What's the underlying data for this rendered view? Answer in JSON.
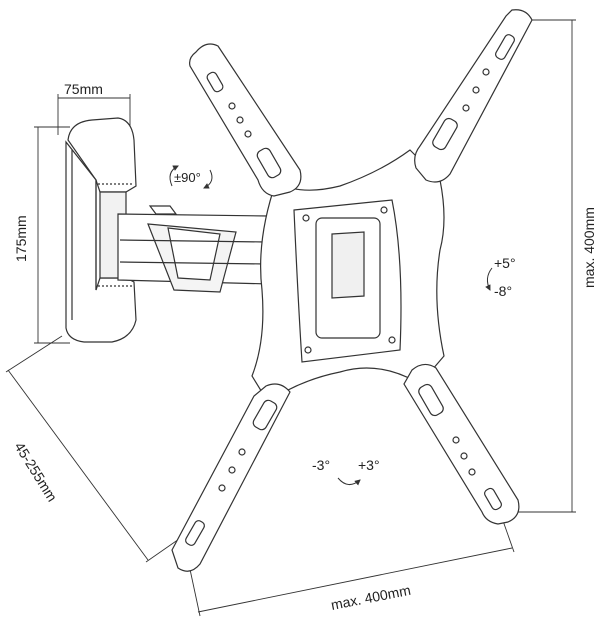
{
  "labels": {
    "wall_plate_width": "75mm",
    "wall_plate_height": "175mm",
    "wall_distance": "45-255mm",
    "rotation": "±90°",
    "vesa_width": "max. 400mm",
    "vesa_height": "max. 400mm",
    "tilt_up": "+5°",
    "tilt_down": "-8°",
    "swivel_left": "-3°",
    "swivel_right": "+3°"
  },
  "colors": {
    "line": "#333333",
    "fill": "#ffffff",
    "shade": "#e8e8e8"
  },
  "icons": {
    "rotation": "rotate-arrow-icon",
    "tilt": "tilt-arrow-icon",
    "swivel": "swivel-arrow-icon"
  }
}
